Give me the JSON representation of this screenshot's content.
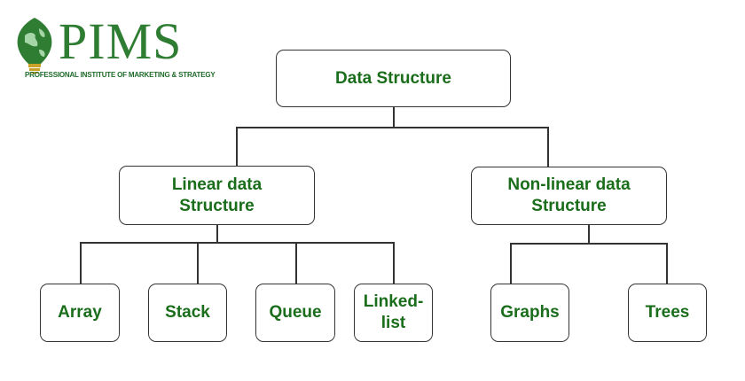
{
  "colors": {
    "node_text": "#1a6d1a",
    "logo_green": "#2e7d32",
    "logo_text": "#1f6b2a",
    "line": "#333333"
  },
  "logo": {
    "wordmark": "PIMS",
    "tagline": "PROFESSIONAL INSTITUTE OF MARKETING & STRATEGY",
    "icon": "globe-lightbulb-icon"
  },
  "diagram": {
    "root": "Data Structure",
    "linear": {
      "lines": [
        "Linear data",
        "Structure"
      ],
      "children": [
        "Array",
        "Stack",
        "Queue"
      ],
      "linked_list": [
        "Linked-",
        "list"
      ]
    },
    "nonlinear": {
      "lines": [
        "Non-linear data",
        "Structure"
      ],
      "children": [
        "Graphs",
        "Trees"
      ]
    }
  }
}
